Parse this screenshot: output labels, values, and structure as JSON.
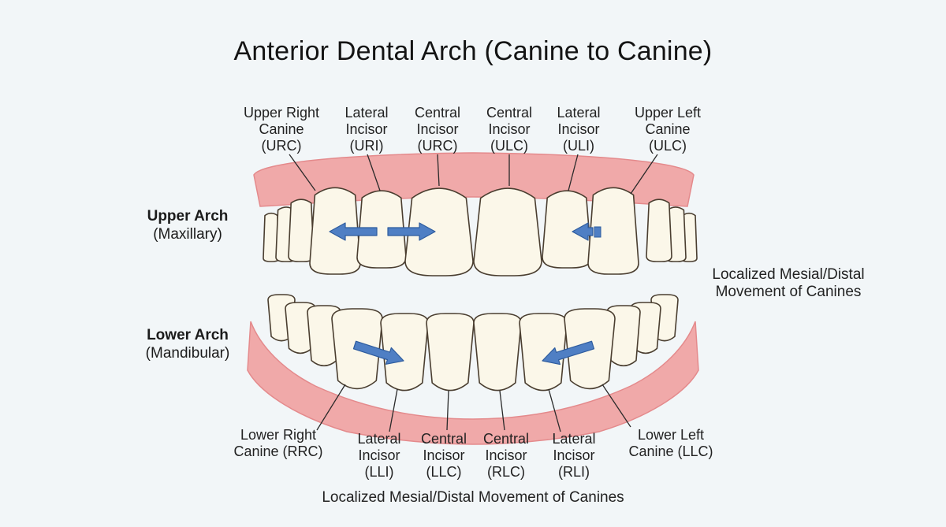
{
  "title": "Anterior Dental Arch (Canine to Canine)",
  "upper_arch": {
    "name": "Upper Arch",
    "subname": "(Maxillary)"
  },
  "lower_arch": {
    "name": "Lower Arch",
    "subname": "(Mandibular)"
  },
  "upper_labels": [
    {
      "line1": "Upper Right",
      "line2": "Canine",
      "line3": "(URC)"
    },
    {
      "line1": "Lateral",
      "line2": "Incisor",
      "line3": "(URI)"
    },
    {
      "line1": "Central",
      "line2": "Incisor",
      "line3": "(URC)"
    },
    {
      "line1": "Central",
      "line2": "Incisor",
      "line3": "(ULC)"
    },
    {
      "line1": "Lateral",
      "line2": "Incisor",
      "line3": "(ULI)"
    },
    {
      "line1": "Upper Left",
      "line2": "Canine",
      "line3": "(ULC)"
    }
  ],
  "lower_labels": [
    {
      "line1": "Lower Right",
      "line2": "Canine (RRC)",
      "line3": ""
    },
    {
      "line1": "Lateral",
      "line2": "Incisor",
      "line3": "(LLI)"
    },
    {
      "line1": "Central",
      "line2": "Incisor",
      "line3": "(LLC)"
    },
    {
      "line1": "Central",
      "line2": "Incisor",
      "line3": "(RLC)"
    },
    {
      "line1": "Lateral",
      "line2": "Incisor",
      "line3": "(RLI)"
    },
    {
      "line1": "Lower Left",
      "line2": "Canine (LLC)",
      "line3": ""
    }
  ],
  "side_note": {
    "line1": "Localized Mesial/Distal",
    "line2": "Movement of Canines"
  },
  "bottom_note": "Localized Mesial/Distal Movement of Canines",
  "colors": {
    "gum": "#f0a9a9",
    "gum_dark": "#e48a8c",
    "tooth": "#fbf7e9",
    "tooth_outline": "#4a3e30",
    "arrow": "#4f7fc4",
    "arrow_outline": "#2e5c9e"
  }
}
